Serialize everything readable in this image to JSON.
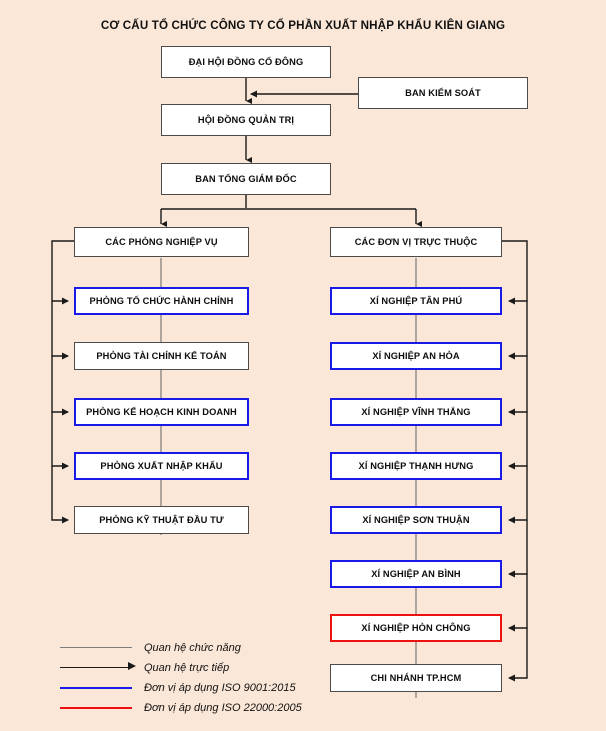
{
  "title": "CƠ CẤU TỔ CHỨC CÔNG TY CỔ PHẦN XUẤT NHẬP KHẨU KIÊN GIANG",
  "colors": {
    "background": "#fbe7d7",
    "node_fill": "#ffffff",
    "node_border": "#4a4a4a",
    "iso9001": "#1a1ae8",
    "iso22000": "#ee1111",
    "functional_line": "#7c7c7c",
    "direct_line": "#1a1a1a",
    "text": "#0d0d0d"
  },
  "chart_data": {
    "type": "diagram",
    "title": "CƠ CẤU TỔ CHỨC CÔNG TY CỔ PHẦN XUẤT NHẬP KHẨU KIÊN GIANG",
    "nodes": [
      {
        "id": "dhdcd",
        "label": "ĐẠI HỘI ĐỒNG CỔ ĐÔNG",
        "level": 1,
        "style": "plain"
      },
      {
        "id": "bks",
        "label": "BAN KIỂM SOÁT",
        "level": 1,
        "style": "plain"
      },
      {
        "id": "hdqt",
        "label": "HỘI ĐỒNG QUẢN TRỊ",
        "level": 2,
        "style": "plain"
      },
      {
        "id": "btgd",
        "label": "BAN TỔNG GIÁM ĐỐC",
        "level": 3,
        "style": "plain"
      },
      {
        "id": "cpnv",
        "label": "CÁC PHÒNG NGHIỆP VỤ",
        "level": 4,
        "style": "plain"
      },
      {
        "id": "cdvtt",
        "label": "CÁC ĐƠN VỊ TRỰC THUỘC",
        "level": 4,
        "style": "plain"
      }
    ],
    "edges": [
      {
        "from": "dhdcd",
        "to": "hdqt",
        "type": "direct"
      },
      {
        "from": "bks",
        "to": "hdqt",
        "type": "direct"
      },
      {
        "from": "hdqt",
        "to": "btgd",
        "type": "direct"
      },
      {
        "from": "btgd",
        "to": "cpnv",
        "type": "direct"
      },
      {
        "from": "btgd",
        "to": "cdvtt",
        "type": "direct"
      },
      {
        "from": "cpnv",
        "to": "departments",
        "type": "direct"
      },
      {
        "from": "cdvtt",
        "to": "units",
        "type": "direct"
      }
    ]
  },
  "top": {
    "shareholders_meeting": "ĐẠI HỘI ĐỒNG CỔ ĐÔNG",
    "supervisory_board": "BAN KIỂM SOÁT",
    "board_of_directors": "HỘI ĐỒNG QUẢN TRỊ",
    "executive_board": "BAN TỔNG GIÁM ĐỐC"
  },
  "left_column": {
    "header": "CÁC PHÒNG NGHIỆP VỤ",
    "items": [
      {
        "label": "PHÒNG TỔ CHỨC HÀNH CHÍNH",
        "style": "iso9001"
      },
      {
        "label": "PHÒNG TÀI CHÍNH KẾ TOÁN",
        "style": "plain"
      },
      {
        "label": "PHÒNG KẾ HOẠCH KINH DOANH",
        "style": "iso9001"
      },
      {
        "label": "PHÒNG XUẤT NHẬP KHẨU",
        "style": "iso9001"
      },
      {
        "label": "PHÒNG KỸ THUẬT ĐẦU TƯ",
        "style": "plain"
      }
    ]
  },
  "right_column": {
    "header": "CÁC ĐƠN VỊ TRỰC THUỘC",
    "items": [
      {
        "label": "XÍ NGHIỆP TÂN PHÚ",
        "style": "iso9001"
      },
      {
        "label": "XÍ NGHIỆP AN HÒA",
        "style": "iso9001"
      },
      {
        "label": "XÍ NGHIỆP VĨNH THẮNG",
        "style": "iso9001"
      },
      {
        "label": "XÍ NGHIỆP THẠNH HƯNG",
        "style": "iso9001"
      },
      {
        "label": "XÍ NGHIỆP SƠN THUẬN",
        "style": "iso9001"
      },
      {
        "label": "XÍ NGHIỆP AN BÌNH",
        "style": "iso9001"
      },
      {
        "label": "XÍ NGHIỆP HÒN CHÔNG",
        "style": "iso22000"
      },
      {
        "label": "CHI NHÁNH TP.HCM",
        "style": "plain"
      }
    ]
  },
  "legend": {
    "items": [
      {
        "label": "Quan hệ chức năng",
        "swatch": "functional"
      },
      {
        "label": "Quan hệ trực tiếp",
        "swatch": "direct"
      },
      {
        "label": "Đơn vị áp dụng ISO 9001:2015",
        "swatch": "blue"
      },
      {
        "label": "Đơn vị áp dụng ISO 22000:2005",
        "swatch": "red"
      }
    ]
  }
}
